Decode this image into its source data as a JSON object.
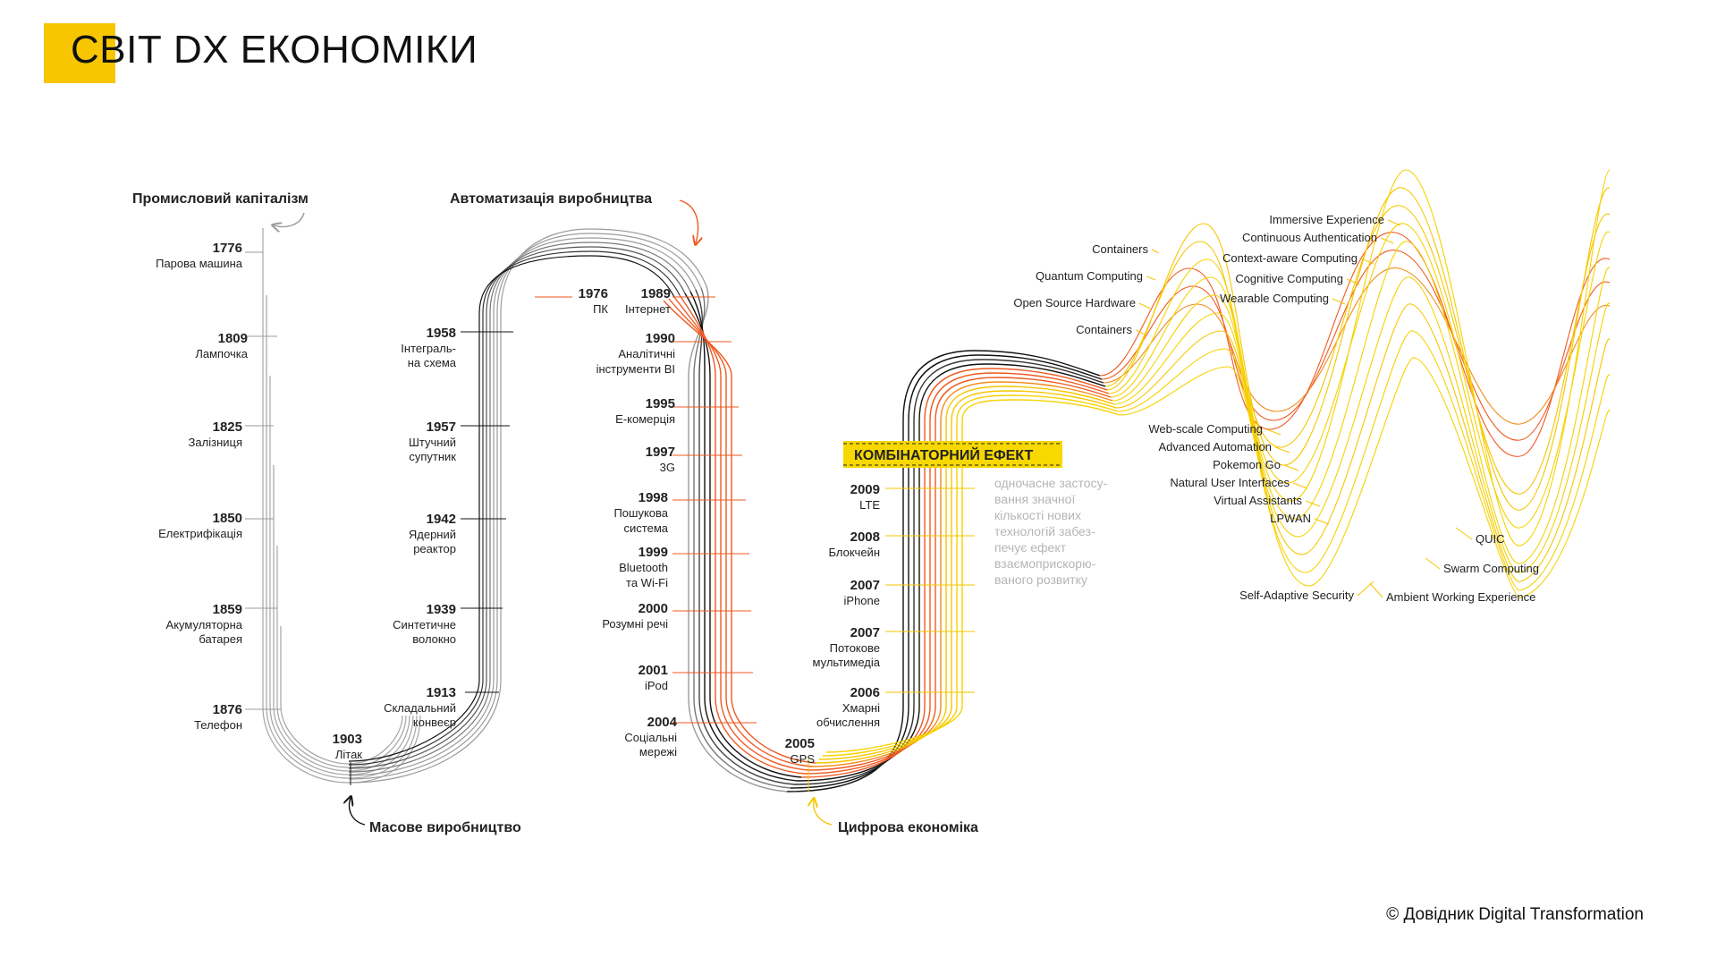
{
  "slide": {
    "title": "СВІТ DX ЕКОНОМІКИ",
    "copyright": "© Довідник Digital Transformation"
  },
  "colors": {
    "accent_yellow": "#f7c600",
    "gray": "#9b9b9b",
    "black": "#111111",
    "orange": "#ef5a22",
    "yellow": "#f6d200"
  },
  "eras": {
    "industrial": "Промисловий капіталізм",
    "automation": "Автоматизація виробництва",
    "mass": "Масове виробництво",
    "digital": "Цифрова економіка"
  },
  "combinatorial": {
    "title": "КОМБІНАТОРНИЙ ЕФЕКТ",
    "description": [
      "одночасне застосу-",
      "вання значної",
      "кількості нових",
      "технологій забез-",
      "печує ефект",
      "взаємоприскорю-",
      "ваного розвитку"
    ]
  },
  "milestones": [
    {
      "year": "1776",
      "label": [
        "Парова машина"
      ]
    },
    {
      "year": "1809",
      "label": [
        "Лампочка"
      ]
    },
    {
      "year": "1825",
      "label": [
        "Залізниця"
      ]
    },
    {
      "year": "1850",
      "label": [
        "Електрифікація"
      ]
    },
    {
      "year": "1859",
      "label": [
        "Акумуляторна",
        "батарея"
      ]
    },
    {
      "year": "1876",
      "label": [
        "Телефон"
      ]
    },
    {
      "year": "1903",
      "label": [
        "Літак"
      ]
    },
    {
      "year": "1913",
      "label": [
        "Складальний",
        "конвеєр"
      ]
    },
    {
      "year": "1939",
      "label": [
        "Синтетичне",
        "волокно"
      ]
    },
    {
      "year": "1942",
      "label": [
        "Ядерний",
        "реактор"
      ]
    },
    {
      "year": "1957",
      "label": [
        "Штучний",
        "супутник"
      ]
    },
    {
      "year": "1958",
      "label": [
        "Інтеграль-",
        "на схема"
      ]
    },
    {
      "year": "1976",
      "label": [
        "ПК"
      ]
    },
    {
      "year": "1989",
      "label": [
        "Інтернет"
      ]
    },
    {
      "year": "1990",
      "label": [
        "Аналітичні",
        "інструменти BI"
      ]
    },
    {
      "year": "1995",
      "label": [
        "Е-комерція"
      ]
    },
    {
      "year": "1997",
      "label": [
        "3G"
      ]
    },
    {
      "year": "1998",
      "label": [
        "Пошукова",
        "система"
      ]
    },
    {
      "year": "1999",
      "label": [
        "Bluetooth",
        "та Wi-Fi"
      ]
    },
    {
      "year": "2000",
      "label": [
        "Розумні речі"
      ]
    },
    {
      "year": "2001",
      "label": [
        "iPod"
      ]
    },
    {
      "year": "2004",
      "label": [
        "Соціальні",
        "мережі"
      ]
    },
    {
      "year": "2005",
      "label": [
        "GPS"
      ]
    },
    {
      "year": "2006",
      "label": [
        "Хмарні",
        "обчислення"
      ]
    },
    {
      "year": "2007",
      "label": [
        "Потокове",
        "мультимедіа"
      ]
    },
    {
      "year": "2007",
      "label": [
        "iPhone"
      ]
    },
    {
      "year": "2008",
      "label": [
        "Блокчейн"
      ]
    },
    {
      "year": "2009",
      "label": [
        "LTE"
      ]
    }
  ],
  "future_tech": [
    "Containers",
    "Quantum Computing",
    "Open Source Hardware",
    "Containers",
    "Immersive Experience",
    "Continuous Authentication",
    "Context-aware Computing",
    "Cognitive Computing",
    "Wearable Computing",
    "Web-scale Computing",
    "Advanced Automation",
    "Pokemon Go",
    "Natural User Interfaces",
    "Virtual Assistants",
    "LPWAN",
    "QUIC",
    "Swarm Computing",
    "Ambient Working Experience",
    "Self-Adaptive Security"
  ]
}
